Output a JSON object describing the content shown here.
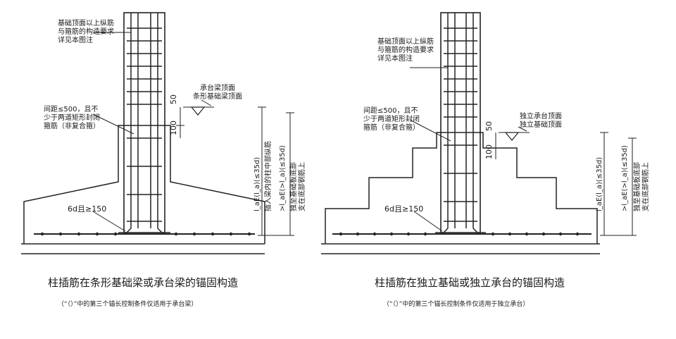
{
  "left": {
    "note_top": [
      "基础顶面以上纵筋",
      "与箍筋的构造要求",
      "详见本图注"
    ],
    "note_mid": [
      "间距≤500，且不",
      "少于两道矩形封闭",
      "箍筋（非复合箍）"
    ],
    "top_label": [
      "承台梁顶面",
      "条形基础梁顶面"
    ],
    "dim_50": "50",
    "dim_100": "100",
    "anchor_inner": "l_aE(l_a)(≤35d)",
    "anchor_outer": ">l_aE(>l_a)(≤35d)",
    "anchor_inner_note": "插入梁内的柱中部纵筋",
    "anchor_outer_note": [
      "独至基础板底部",
      "支在底部钢筋上"
    ],
    "hook": "6d且≥150",
    "caption": "柱插筋在条形基础梁或承台梁的锚固构造",
    "subcaption": "（“（）”中的第三个锚长控制条件仅适用于承台梁）"
  },
  "right": {
    "note_top": [
      "基础顶面以上纵筋",
      "与箍筋的构造要求",
      "详见本图注"
    ],
    "note_mid": [
      "间距≤500，且不",
      "少于两道矩形封闭",
      "箍筋（非复合箍）"
    ],
    "top_label": [
      "独立承台顶面",
      "独立基础顶面"
    ],
    "dim_50": "50",
    "dim_100": "100",
    "anchor_inner": "l_aE(l_a)(≤35d)",
    "anchor_outer": ">l_aE(>l_a)(≤35d)",
    "anchor_outer_note": [
      "独至基础板底部",
      "支在底部钢筋上"
    ],
    "hook": "6d且≥150",
    "caption": "柱插筋在独立基础或独立承台的锚固构造",
    "subcaption": "（“（）”中的第三个锚长控制条件仅适用于独立承台）"
  }
}
